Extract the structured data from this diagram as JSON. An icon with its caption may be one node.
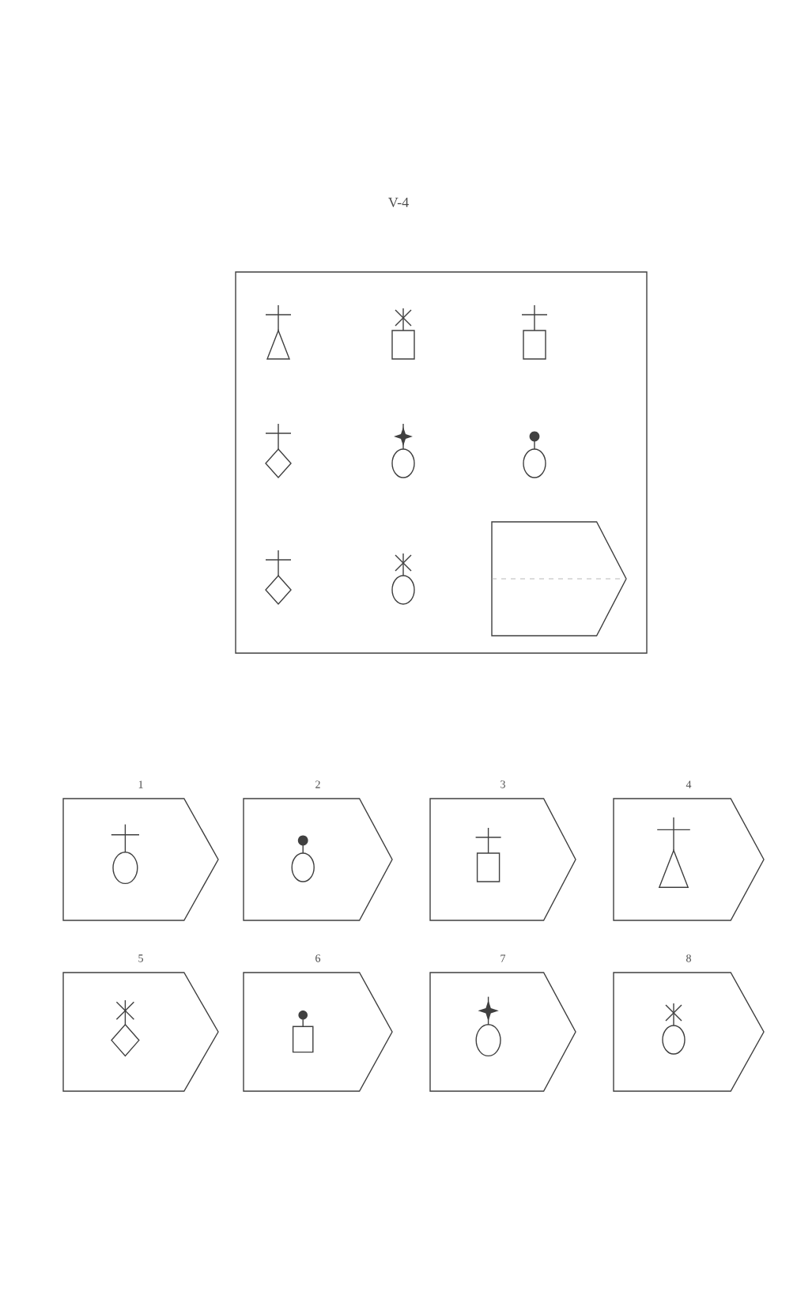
{
  "diagram": {
    "title": "V-4",
    "nodes": [
      {
        "text": [],
        "shape": "pentagon"
      },
      {
        "text": [
          "1"
        ]
      },
      {
        "text": [
          "2"
        ]
      },
      {
        "text": [
          "3"
        ]
      },
      {
        "text": [
          "4"
        ]
      },
      {
        "text": [
          "5"
        ]
      },
      {
        "text": [
          "6"
        ]
      },
      {
        "text": [
          "7"
        ]
      },
      {
        "text": [
          "8"
        ]
      }
    ]
  }
}
